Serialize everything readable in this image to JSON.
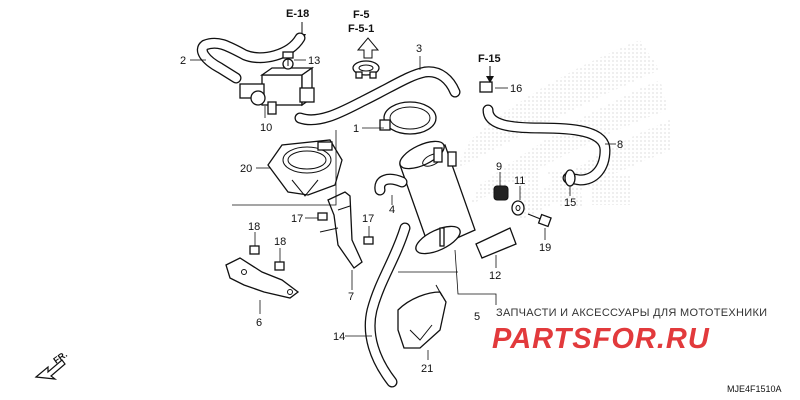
{
  "diagram": {
    "reference_labels": {
      "e18": "E-18",
      "f5": "F-5",
      "f51": "F-5-1",
      "f15": "F-15"
    },
    "callouts": {
      "c1": "1",
      "c2": "2",
      "c3": "3",
      "c4": "4",
      "c5": "5",
      "c6": "6",
      "c7": "7",
      "c8": "8",
      "c9": "9",
      "c10": "10",
      "c11": "11",
      "c12": "12",
      "c13": "13",
      "c14": "14",
      "c15": "15",
      "c16": "16",
      "c17a": "17",
      "c17b": "17",
      "c18a": "18",
      "c18b": "18",
      "c19": "19",
      "c20": "20",
      "c21": "21"
    },
    "direction_label": "FR.",
    "diagram_code": "MJE4F1510A"
  },
  "watermark": {
    "tagline": "ЗАПЧАСТИ И АКСЕССУАРЫ ДЛЯ МОТОТЕХНИКИ",
    "brand": "PARTSFOR.RU",
    "brand_color": "#e23a3c",
    "logo": "honda-wing-logo"
  }
}
